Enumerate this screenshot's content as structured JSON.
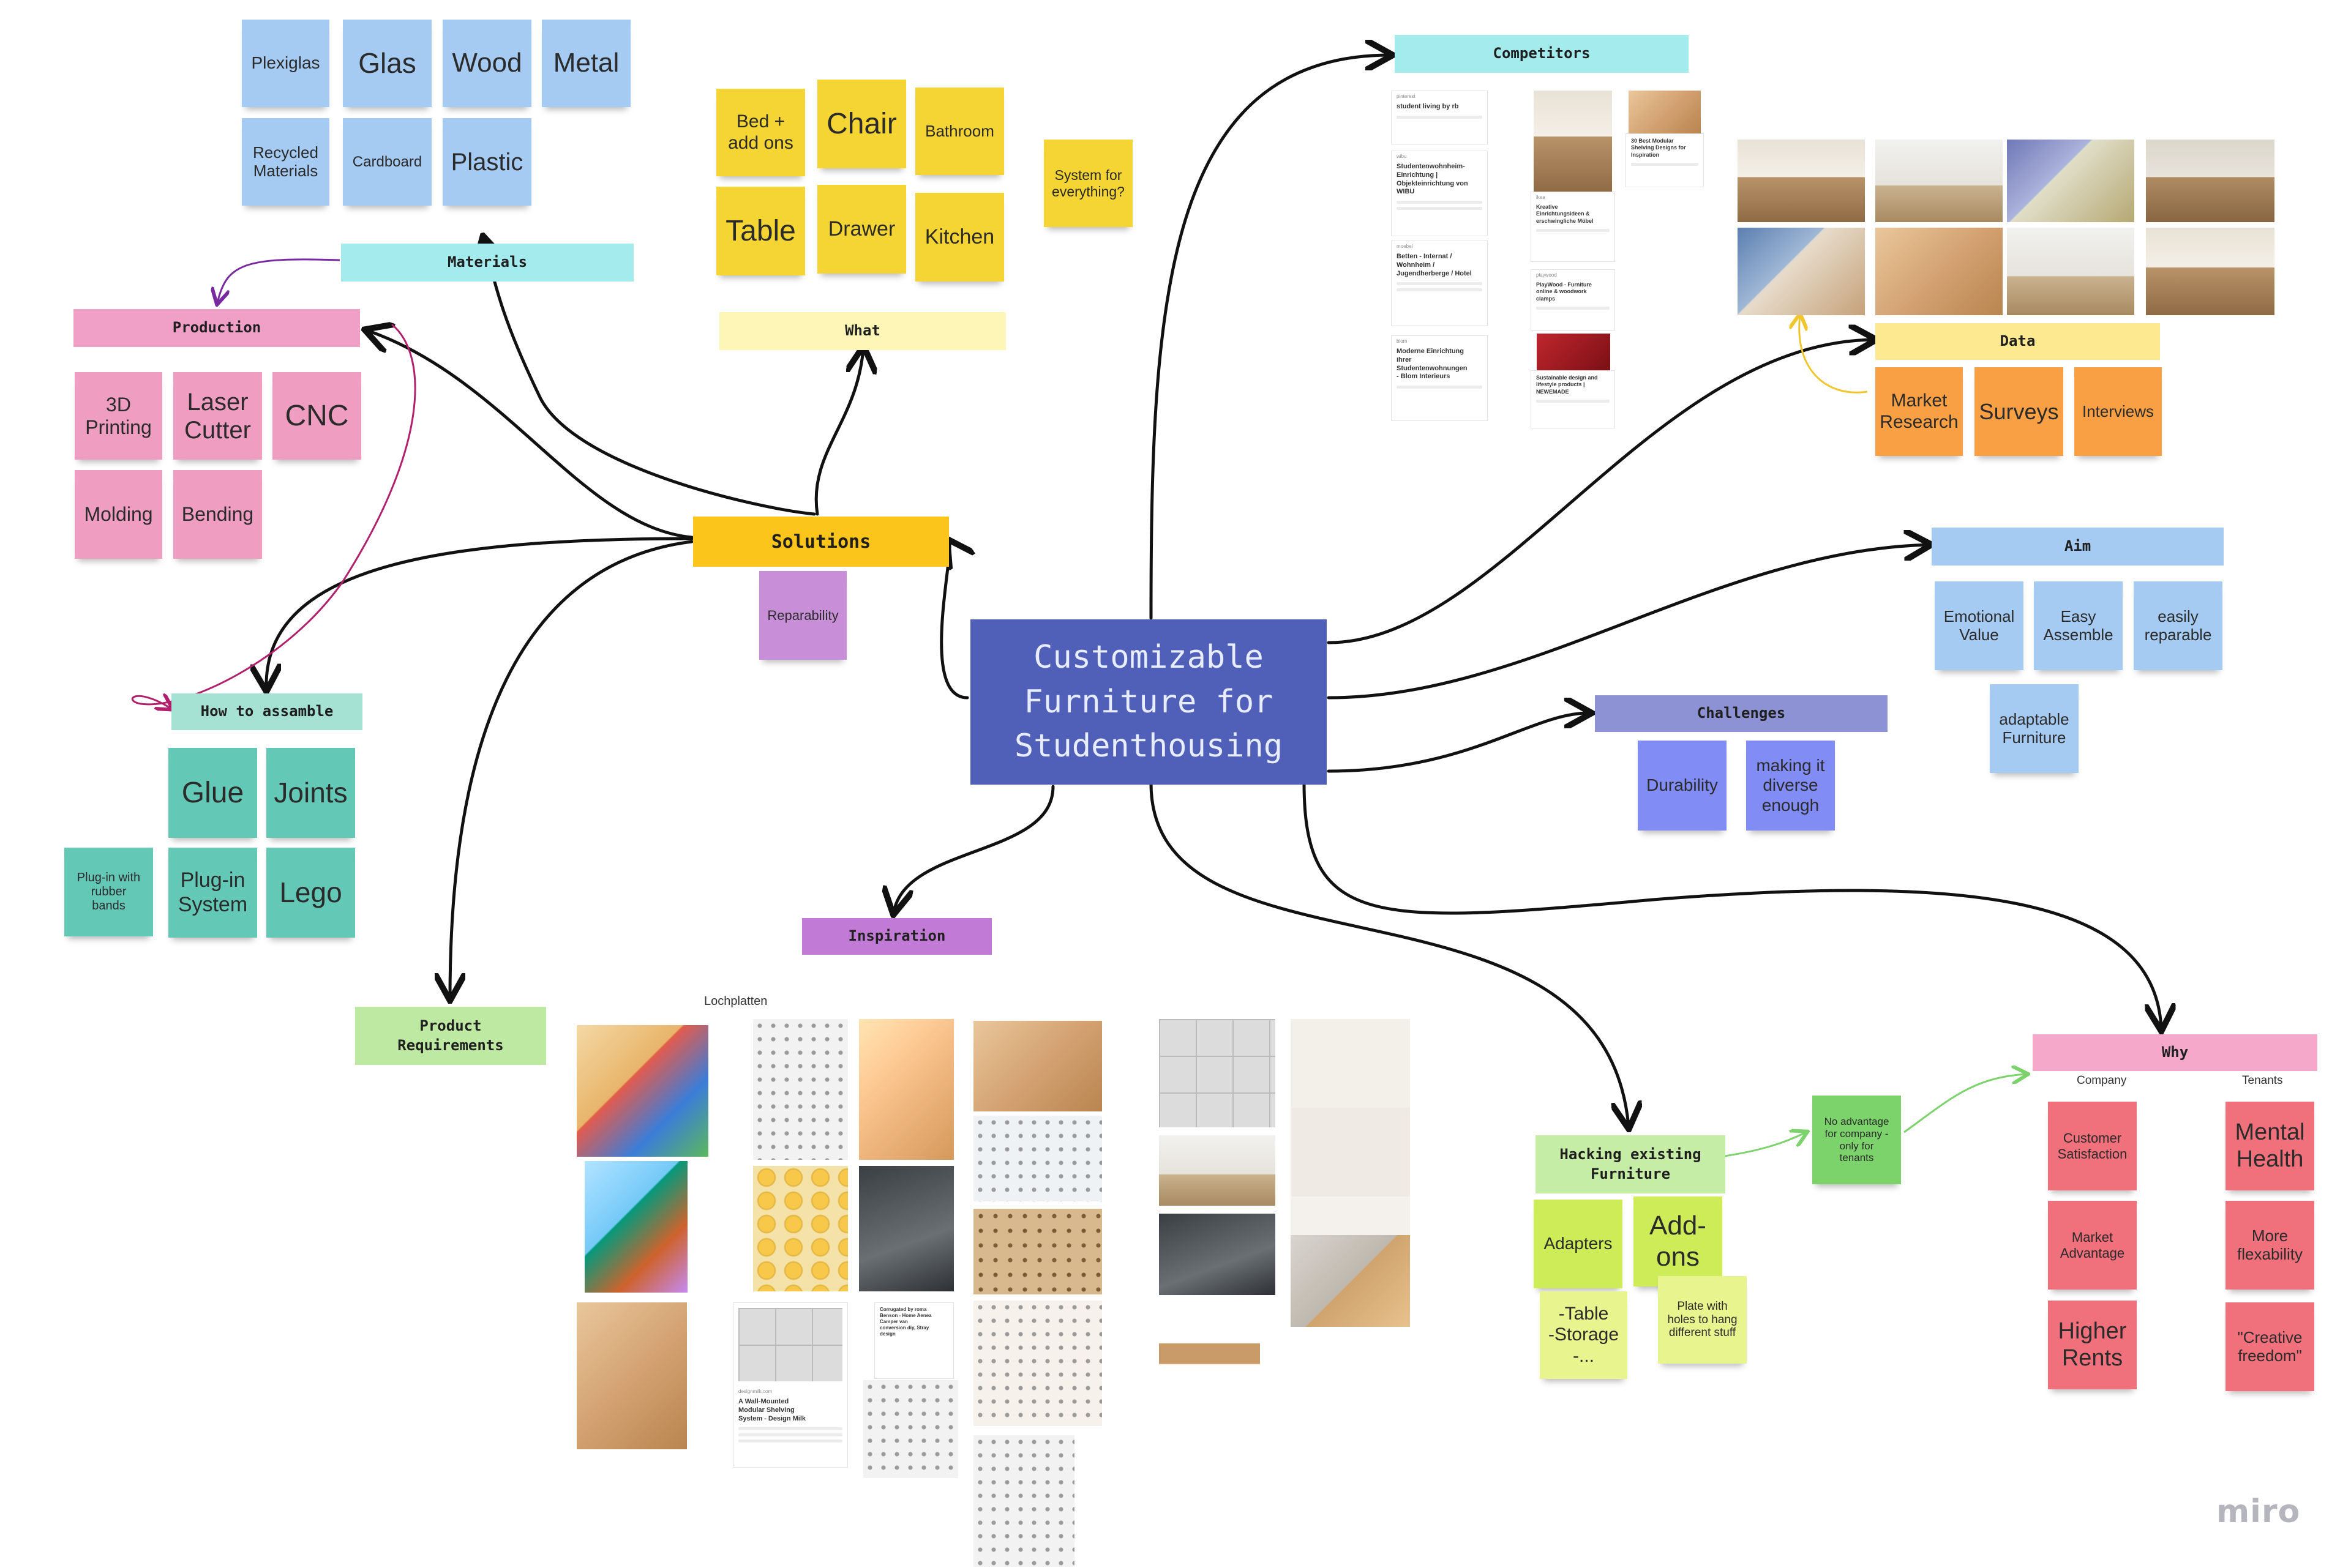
{
  "central": {
    "title": "Customizable\nFurniture for\nStudenthousing"
  },
  "headers": {
    "materials": "Materials",
    "production": "Production",
    "what": "What",
    "solutions": "Solutions",
    "how_to_assamble": "How to assamble",
    "product_requirements": "Product\nRequirements",
    "inspiration": "Inspiration",
    "competitors": "Competitors",
    "data": "Data",
    "aim": "Aim",
    "challenges": "Challenges",
    "hacking": "Hacking existing\nFurniture",
    "why": "Why"
  },
  "materials": {
    "items": [
      "Plexiglas",
      "Glas",
      "Wood",
      "Metal",
      "Recycled\nMaterials",
      "Cardboard",
      "Plastic"
    ]
  },
  "what": {
    "items": [
      "Bed +\nadd ons",
      "Chair",
      "Bathroom",
      "Table",
      "Drawer",
      "Kitchen",
      "System for\neverything?"
    ]
  },
  "production": {
    "items": [
      "3D\nPrinting",
      "Laser\nCutter",
      "CNC",
      "Molding",
      "Bending"
    ]
  },
  "solutions": {
    "items": [
      "Reparability"
    ]
  },
  "assemble": {
    "items": [
      "Glue",
      "Joints",
      "Plug-in with\nrubber\nbands",
      "Plug-in\nSystem",
      "Lego"
    ]
  },
  "data": {
    "items": [
      "Market\nResearch",
      "Surveys",
      "Interviews"
    ]
  },
  "aim": {
    "items": [
      "Emotional\nValue",
      "Easy\nAssemble",
      "easily\nreparable",
      "adaptable\nFurniture"
    ]
  },
  "challenges": {
    "items": [
      "Durability",
      "making it\ndiverse\nenough"
    ]
  },
  "hacking": {
    "items": [
      "Adapters",
      "Add-\nons",
      "-Table\n-Storage\n-...",
      "Plate with\nholes to hang\ndifferent stuff"
    ],
    "note": "No advantage\nfor company -\nonly for\ntenants"
  },
  "why": {
    "company_label": "Company",
    "tenants_label": "Tenants",
    "company": [
      "Customer\nSatisfaction",
      "Market\nAdvantage",
      "Higher\nRents"
    ],
    "tenants": [
      "Mental\nHealth",
      "More\nflexability",
      "\"Creative\nfreedom\""
    ]
  },
  "inspiration": {
    "lochplatten_label": "Lochplatten",
    "card_title": "A Wall-Mounted\nModular Shelving\nSystem - Design Milk",
    "card_source": "designmilk.com",
    "card2_title": "Corrugated by roma\nBenson - Home Aenea\nCamper van\nconversion diy, Stray\ndesign"
  },
  "competitors": {
    "cards": [
      "student living by rb",
      "Studentenwohnheim-\nEinrichtung |\nObjekteinrichtung von\nWIBU",
      "Betten - Internat /\nWohnheim /\nJugendherberge / Hotel",
      "Moderne Einrichtung\nihrer\nStudentenwohnungen\n- Blom Interieurs",
      "Kreative\nEinrichtungsideen &\nerschwingliche Möbel",
      "PlayWood - Furniture\nonline & woodwork\nclamps",
      "Sustainable design and\nlifestyle products |\nNEWEMADE",
      "30 Best Modular\nShelving Designs for\nInspiration"
    ]
  },
  "brand": {
    "logo": "miro"
  },
  "colors": {
    "blue_sticky": "#a6cbf2",
    "yellow_sticky": "#f5d533",
    "pink_sticky": "#ef9ec2",
    "purple_sticky": "#c88fd8",
    "teal_sticky": "#63c8b6",
    "orange_sticky": "#f9a044",
    "lavender_sticky": "#818cf4",
    "lime_sticky": "#cdec58",
    "red_sticky": "#f0707c",
    "central": "#5060b8"
  }
}
